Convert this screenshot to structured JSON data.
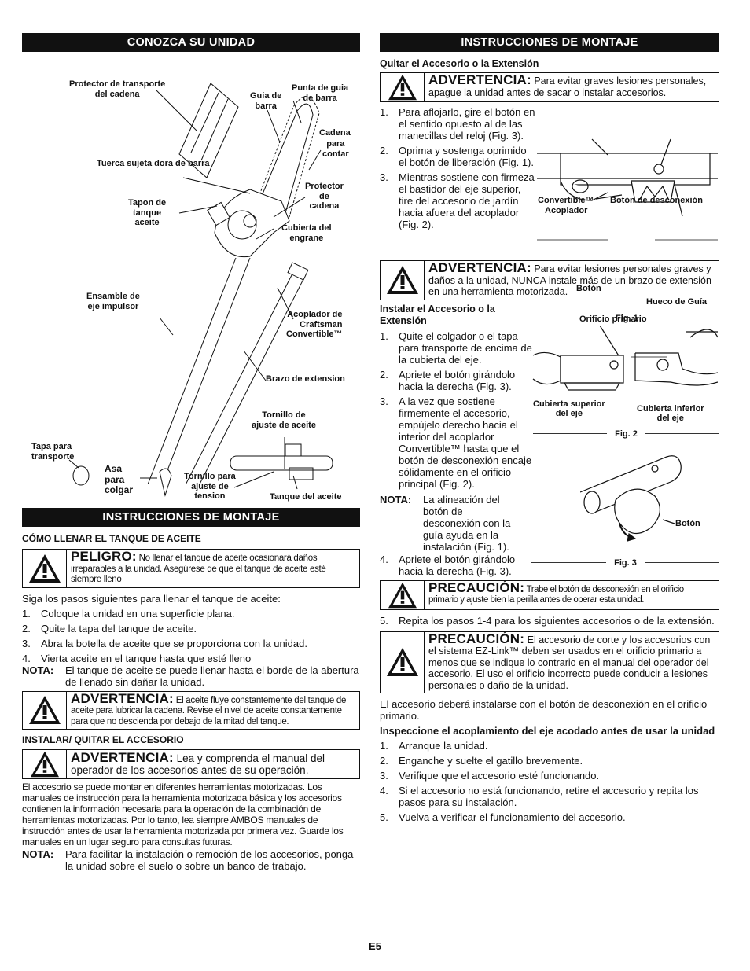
{
  "left": {
    "section_title": "CONOZCA SU UNIDAD",
    "diagram_labels": {
      "protector_transporte": "Protector de transporte\ndel cadena",
      "guia_barra": "Guia de\nbarra",
      "punta_guia": "Punta de guia\nde barra",
      "cadena": "Cadena",
      "para_contar": "para\ncontar",
      "tuerca": "Tuerca sujeta dora de barra",
      "protector_cadena": "Protector\nde\ncadena",
      "tapon": "Tapon de\ntanque\naceite",
      "cubierta_engrane": "Cubierta del\nengrane",
      "ensamble": "Ensamble de\neje impulsor",
      "acoplador": "Acoplador de\nCraftsman\nConvertible™",
      "brazo": "Brazo de extension",
      "tornillo_aceite": "Tornillo de\najuste de aceite",
      "tapa": "Tapa para\ntransporte",
      "asa": "Asa\npara\ncolgar",
      "tornillo_tension": "Tornillo para\najuste de\ntension",
      "tanque": "Tanque del aceite"
    },
    "section2_title": "INSTRUCCIONES DE MONTAJE",
    "oil_heading": "CÓMO LLENAR EL TANQUE DE ACEITE",
    "peligro": {
      "kw": "PELIGRO:",
      "text": " No llenar el tanque de aceite ocasionará daños irreparables a la unidad. Asegúrese de que el tanque de aceite esté siempre lleno"
    },
    "oil_intro": "Siga los pasos siguientes para llenar el tanque de aceite:",
    "oil_steps": [
      {
        "n": "1.",
        "t": "Coloque la unidad en una superficie plana."
      },
      {
        "n": "2.",
        "t": "Quite la tapa del tanque de aceite."
      },
      {
        "n": "3.",
        "t": "Abra la botella de aceite que se proporciona con la unidad."
      },
      {
        "n": "4.",
        "t": "Vierta aceite en el tanque hasta que esté lleno"
      }
    ],
    "oil_nota": {
      "k": "NOTA:",
      "t": "El tanque de aceite se puede llenar hasta el borde de la abertura de llenado sin dañar la unidad."
    },
    "adv1": {
      "kw": "ADVERTENCIA:",
      "text": " El aceite fluye constantemente del tanque de aceite para lubricar la cadena. Revise el nivel de aceite constantemente para que no descienda por debajo de la mitad del tanque."
    },
    "install_heading": "INSTALAR/ QUITAR EL ACCESORIO",
    "adv2": {
      "kw": "ADVERTENCIA:",
      "text": " Lea y comprenda el manual del operador de los accesorios antes de su operación."
    },
    "install_para": "El accesorio se puede montar en diferentes herramientas motorizadas. Los manuales de instrucción para la herramienta motorizada básica y los accesorios contienen la información necesaria para la operación de la combinación de herramientas motorizadas. Por lo tanto, lea siempre AMBOS manuales de instrucción antes de usar la herramienta motorizada por primera vez. Guarde los manuales en un lugar seguro para consultas futuras.",
    "install_nota": {
      "k": "NOTA:",
      "t": "Para facilitar la instalación o remoción de los accesorios, ponga la unidad sobre el suelo o sobre un banco de trabajo."
    }
  },
  "right": {
    "section_title": "INSTRUCCIONES DE MONTAJE",
    "remove_heading": "Quitar el Accesorio o la Extensión",
    "adv1": {
      "kw": "ADVERTENCIA:",
      "text": " Para evitar graves lesiones personales, apague la unidad antes de sacar o instalar accesorios."
    },
    "remove_steps": [
      {
        "n": "1.",
        "t": "Para aflojarlo, gire el botón en el sentido opuesto al de las manecillas del reloj (Fig. 3)."
      },
      {
        "n": "2.",
        "t": "Oprima y sostenga oprimido el botón de liberación (Fig. 1)."
      },
      {
        "n": "3.",
        "t": "Mientras sostiene con firmeza el bastidor del eje superior, tire del accesorio de jardín hacia afuera del acoplador (Fig. 2)."
      }
    ],
    "fig1": {
      "convertible": "Convertible™",
      "acoplador": "Acoplador",
      "boton_desc": "Botón de desconexión",
      "boton": "Botón",
      "hueco": "Hueco de Guía",
      "cap": "Fig. 1"
    },
    "adv2": {
      "kw": "ADVERTENCIA:",
      "text": " Para evitar lesiones personales graves y daños a la unidad, NUNCA instale más de un brazo de extensión en una herramienta motorizada."
    },
    "install_heading": "Instalar el Accesorio o la Extensión",
    "fig2": {
      "orificio": "Orificio primario",
      "sup": "Cubierta superior\ndel eje",
      "inf": "Cubierta inferior\ndel eje",
      "cap": "Fig. 2"
    },
    "install_steps": [
      {
        "n": "1.",
        "t": "Quite el colgador o el tapa para transporte de encima de la cubierta del eje."
      },
      {
        "n": "2.",
        "t": "Apriete el botón girándolo hacia la derecha (Fig. 3)."
      },
      {
        "n": "3.",
        "t": "A la vez que sostiene firmemente el accesorio, empújelo derecho hacia el interior del acoplador Convertible™ hasta que el botón de desconexión encaje sólidamente en el orificio principal (Fig. 2)."
      }
    ],
    "install_nota": {
      "k": "NOTA:",
      "t": "La alineación del botón de desconexión con la guía ayuda en la instalación (Fig. 1)."
    },
    "step4": {
      "n": "4.",
      "t": "Apriete el botón girándolo hacia la derecha (Fig. 3)."
    },
    "fig3": {
      "boton": "Botón",
      "cap": "Fig. 3"
    },
    "prec1": {
      "kw": "PRECAUCIÓN:",
      "text": " Trabe el botón de desconexión en el orificio primario y ajuste bien la perilla antes de operar esta unidad."
    },
    "step5": {
      "n": "5.",
      "t": "Repita los pasos 1-4 para los siguientes accesorios o de la extensión."
    },
    "prec2": {
      "kw": "PRECAUCIÓN:",
      "text": " El accesorio de corte y los accesorios con el sistema EZ-Link™ deben ser usados en el orificio primario a menos que se indique lo contrario en el manual del operador del accesorio. El uso el orificio incorrecto puede conducir a lesiones personales o daño de la unidad."
    },
    "final_para": "El accesorio deberá instalarse con el botón de desconexión en el orificio primario.",
    "inspect_heading": "Inspeccione el acoplamiento del eje acodado antes de usar la unidad",
    "inspect_steps": [
      {
        "n": "1.",
        "t": "Arranque la unidad."
      },
      {
        "n": "2.",
        "t": "Enganche y suelte el gatillo brevemente."
      },
      {
        "n": "3.",
        "t": "Verifique que el accesorio esté funcionando."
      },
      {
        "n": "4.",
        "t": "Si el accesorio no está funcionando, retire el accesorio y repita los pasos para su instalación."
      },
      {
        "n": "5.",
        "t": "Vuelva a verificar el funcionamiento del accesorio."
      }
    ]
  },
  "page_number": "E5"
}
